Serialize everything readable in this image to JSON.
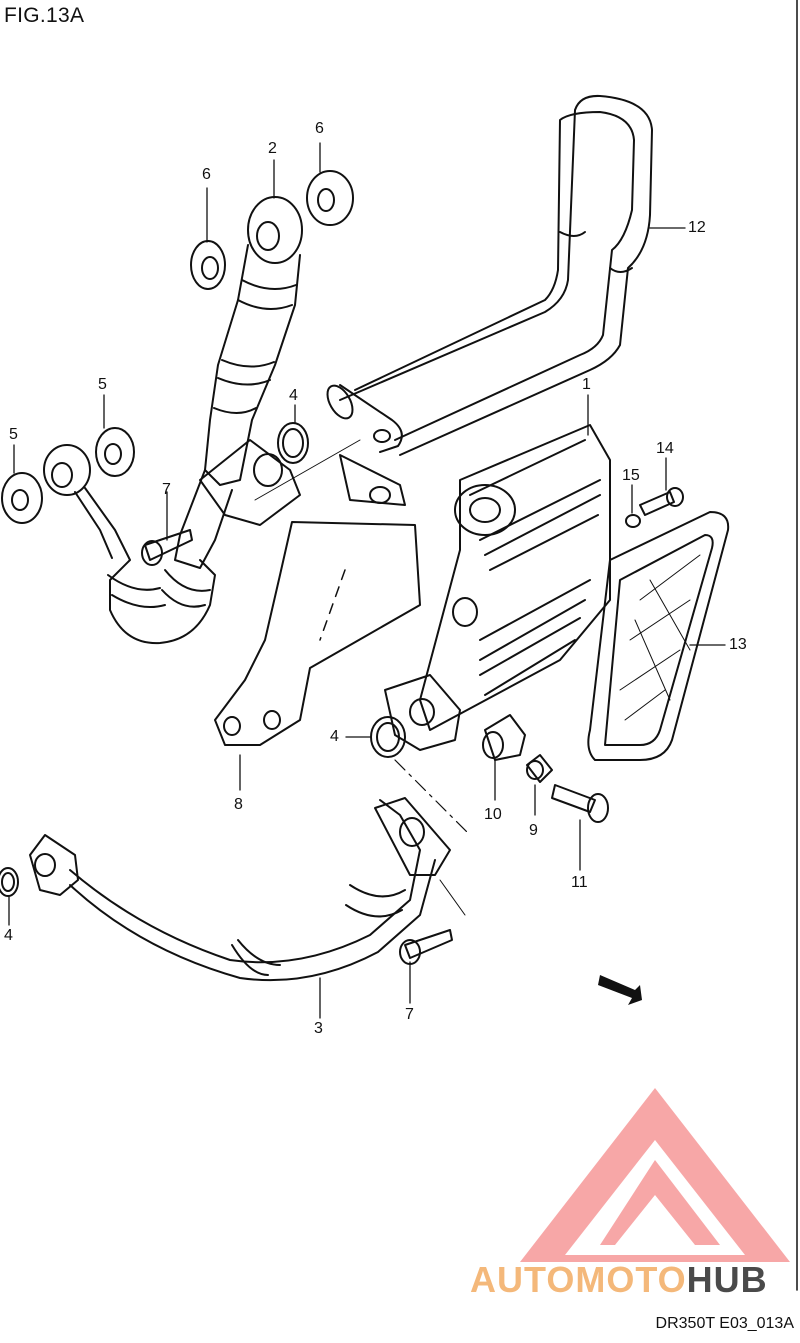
{
  "figure": {
    "title": "FIG.13A",
    "drawing_id": "DR350T E03_013A"
  },
  "callouts": [
    "1",
    "2",
    "3",
    "4",
    "4",
    "4",
    "5",
    "5",
    "6",
    "6",
    "7",
    "7",
    "8",
    "9",
    "10",
    "11",
    "12",
    "13",
    "14",
    "15"
  ],
  "fwd_label": "FWD",
  "watermark": {
    "word_part1": "AUTOMOTO",
    "word_part2": "HUB",
    "colors": {
      "logo": "#f26d6d",
      "part1": "#f4b87a",
      "part2": "#4a4a4a"
    }
  }
}
